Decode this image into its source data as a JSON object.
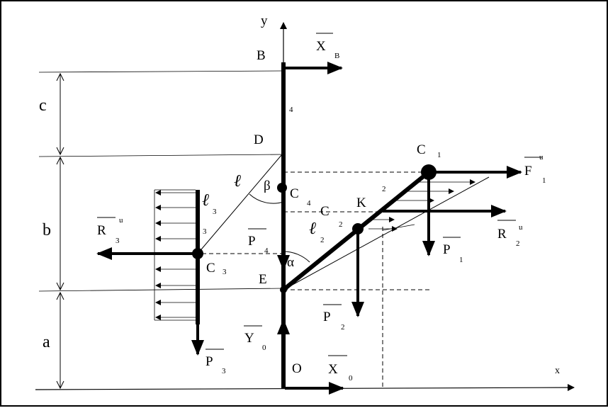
{
  "labels": {
    "axis_y": "y",
    "axis_x": "x",
    "B": "B",
    "D": "D",
    "E": "E",
    "O": "O",
    "K": "K",
    "C1": "C",
    "C1_sub": "1",
    "C2": "C",
    "C2_sub": "2",
    "C3": "C",
    "C3_sub": "3",
    "C4": "C",
    "C4_sub": "4",
    "sub_4_rod": "4",
    "sub_2_rod": "2",
    "sub_3_rod": "3",
    "a": "a",
    "b": "b",
    "c": "c",
    "ell": "ℓ",
    "ell2": "ℓ",
    "ell2_sub": "2",
    "ell3": "ℓ",
    "ell3_sub": "3",
    "alpha": "α",
    "beta": "β"
  },
  "forces": {
    "XB": "X",
    "XB_sub": "B",
    "X0": "X",
    "X0_sub": "0",
    "Y0": "Y",
    "Y0_sub": "0",
    "P1": "P",
    "P1_sub": "1",
    "P2": "P",
    "P2_sub": "2",
    "P3": "P",
    "P3_sub": "3",
    "P4": "P",
    "P4_sub": "4",
    "F1": "F",
    "F1_sub": "1",
    "F1_sup": "u",
    "R2": "R",
    "R2_sub": "2",
    "R2_sup": "u",
    "R3": "R",
    "R3_sub": "3",
    "R3_sup": "u"
  },
  "colors": {
    "ink": "#000000",
    "frame": "#000000",
    "background": "#ffffff"
  }
}
